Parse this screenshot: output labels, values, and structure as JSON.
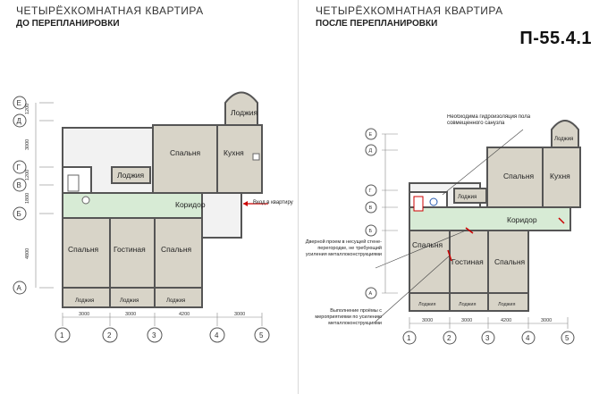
{
  "left": {
    "title": "ЧЕТЫРЁХКОМНАТНАЯ КВАРТИРА",
    "subtitle": "ДО ПЕРЕПЛАНИРОВКИ",
    "rooms": {
      "loggia_top": "Лоджия",
      "bedroom_top": "Спальня",
      "kitchen": "Кухня",
      "loggia_mid": "Лоджия",
      "corridor": "Коридор",
      "bedroom_left": "Спальня",
      "living": "Гостиная",
      "bedroom_right": "Спальня",
      "loggia_b1": "Лоджия",
      "loggia_b2": "Лоджия",
      "loggia_b3": "Лоджия"
    },
    "entrance": "Вход в квартиру",
    "row_axes": [
      "Е",
      "Д",
      "Г",
      "В",
      "Б",
      "А"
    ],
    "row_dims": [
      "1200",
      "3000",
      "1200",
      "1800",
      "4800"
    ],
    "col_axes": [
      "1",
      "2",
      "3",
      "4",
      "5"
    ],
    "col_dims": [
      "3000",
      "3000",
      "4200",
      "3000"
    ]
  },
  "right": {
    "title": "ЧЕТЫРЁХКОМНАТНАЯ КВАРТИРА",
    "subtitle": "ПОСЛЕ ПЕРЕПЛАНИРОВКИ",
    "series": "П-55.4.1",
    "rooms": {
      "loggia_top": "Лоджия",
      "bedroom_top": "Спальня",
      "kitchen": "Кухня",
      "loggia_mid": "Лоджия",
      "corridor": "Коридор",
      "bedroom_left": "Спальня",
      "living": "Гостиная",
      "bedroom_right": "Спальня",
      "loggia_b1": "Лоджия",
      "loggia_b2": "Лоджия",
      "loggia_b3": "Лоджия"
    },
    "note_waterproof": "Необходима гидроизоляция пола совмещенного санузла",
    "note_doorway": "Дверной проем в несущей стене- перегородке, не требующий усиления металлоконструкциями",
    "note_openings": "Выполнение проёмы с мероприятиями по усилению металлоконструкциями",
    "row_axes": [
      "Е",
      "Д",
      "Г",
      "В",
      "Б",
      "А"
    ],
    "col_axes": [
      "1",
      "2",
      "3",
      "4",
      "5"
    ],
    "col_dims": [
      "3000",
      "3000",
      "4200",
      "3000"
    ]
  }
}
